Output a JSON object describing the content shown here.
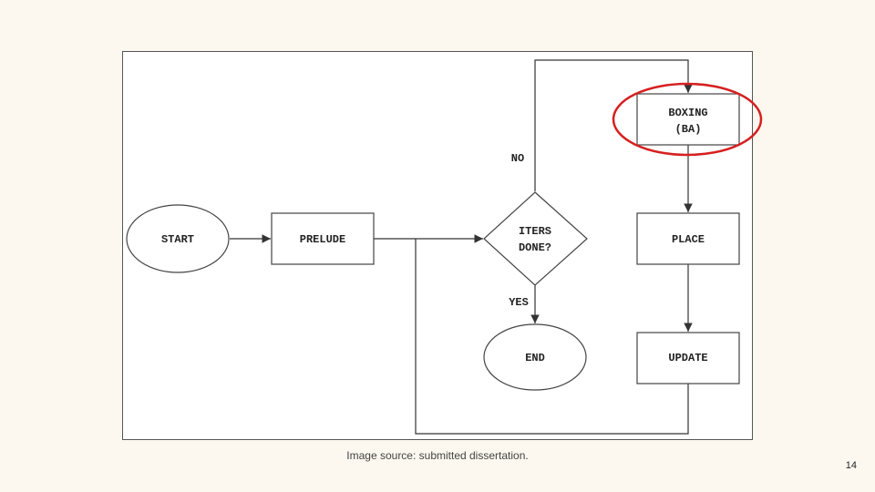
{
  "diagram": {
    "nodes": {
      "start": "START",
      "prelude": "PRELUDE",
      "iters_line1": "ITERS",
      "iters_line2": "DONE?",
      "end": "END",
      "boxing_line1": "BOXING",
      "boxing_line2": "(BA)",
      "place": "PLACE",
      "update": "UPDATE"
    },
    "edge_labels": {
      "no": "NO",
      "yes": "YES"
    },
    "highlight_color": "#d62020"
  },
  "caption": "Image source: submitted dissertation.",
  "page_number": "14"
}
